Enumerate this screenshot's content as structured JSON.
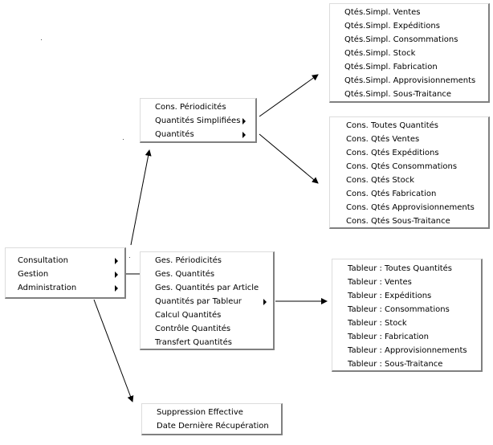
{
  "root_menu": {
    "items": [
      {
        "label": "Consultation",
        "submenu": true
      },
      {
        "label": "Gestion",
        "submenu": true
      },
      {
        "label": "Administration",
        "submenu": true
      }
    ]
  },
  "consultation_menu": {
    "items": [
      {
        "label": "Cons. Périodicités",
        "submenu": false
      },
      {
        "label": "Quantités Simplifiées",
        "submenu": true
      },
      {
        "label": "Quantités",
        "submenu": true
      }
    ]
  },
  "qtes_simplifiees_menu": {
    "items": [
      "Qtés.Simpl. Ventes",
      "Qtés.Simpl. Expéditions",
      "Qtés.Simpl. Consommations",
      "Qtés.Simpl. Stock",
      "Qtés.Simpl. Fabrication",
      "Qtés.Simpl. Approvisionnements",
      "Qtés.Simpl. Sous-Traitance"
    ]
  },
  "quantites_menu": {
    "items": [
      "Cons. Toutes Quantités",
      "Cons. Qtés Ventes",
      "Cons. Qtés Expéditions",
      "Cons. Qtés Consommations",
      "Cons. Qtés Stock",
      "Cons. Qtés Fabrication",
      "Cons. Qtés Approvisionnements",
      "Cons. Qtés Sous-Traitance"
    ]
  },
  "gestion_menu": {
    "items": [
      {
        "label": "Ges. Périodicités",
        "submenu": false
      },
      {
        "label": "Ges. Quantités",
        "submenu": false
      },
      {
        "label": "Ges. Quantités par Article",
        "submenu": false
      },
      {
        "label": "Quantités par Tableur",
        "submenu": true
      },
      {
        "label": "Calcul Quantités",
        "submenu": false
      },
      {
        "label": "Contrôle Quantités",
        "submenu": false
      },
      {
        "label": "Transfert Quantités",
        "submenu": false
      }
    ]
  },
  "tableur_menu": {
    "items": [
      "Tableur : Toutes Quantités",
      "Tableur : Ventes",
      "Tableur : Expéditions",
      "Tableur : Consommations",
      "Tableur : Stock",
      "Tableur : Fabrication",
      "Tableur : Approvisionnements",
      "Tableur : Sous-Traitance"
    ]
  },
  "administration_menu": {
    "items": [
      "Suppression Effective",
      "Date Dernière Récupération"
    ]
  }
}
